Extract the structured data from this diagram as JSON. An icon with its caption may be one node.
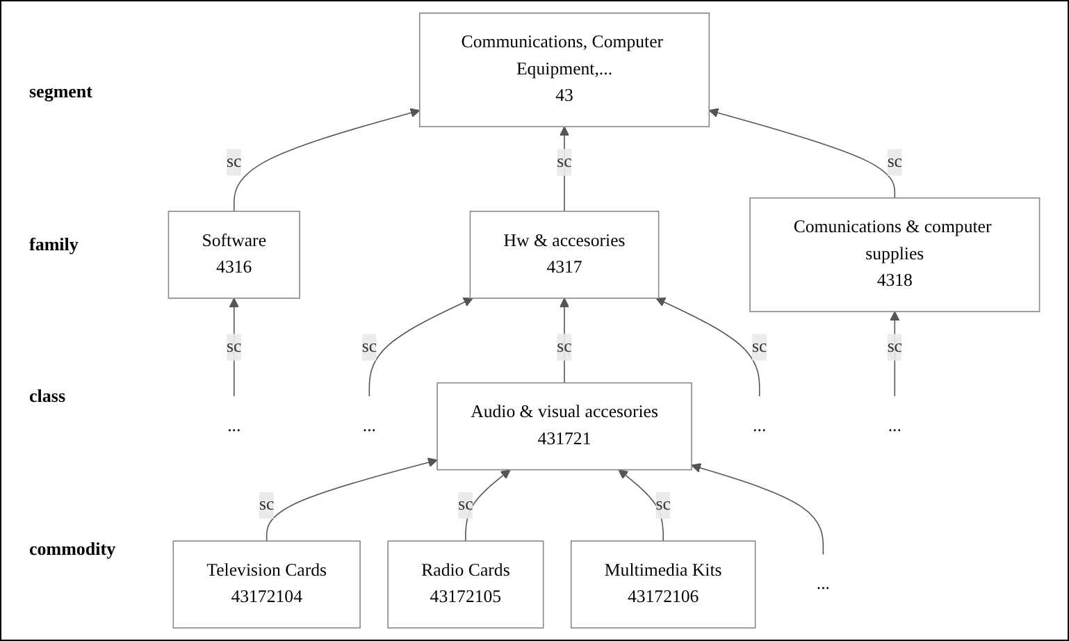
{
  "diagram": {
    "nodes": [
      {
        "text": [
          "Communications, Computer Equipment,...",
          "43"
        ]
      },
      {
        "text": [
          "Software",
          "4316"
        ]
      },
      {
        "text": [
          "Hw & accesories",
          "4317"
        ]
      },
      {
        "text": [
          "Comunications & computer supplies",
          "4318"
        ]
      },
      {
        "text": [
          "..."
        ]
      },
      {
        "text": [
          "..."
        ]
      },
      {
        "text": [
          "..."
        ]
      },
      {
        "text": [
          "..."
        ]
      },
      {
        "text": [
          "Audio & visual accesories",
          "431721"
        ]
      },
      {
        "text": [
          "..."
        ]
      },
      {
        "text": [
          "Television Cards",
          "43172104"
        ]
      },
      {
        "text": [
          "Radio Cards",
          "43172105"
        ]
      },
      {
        "text": [
          "Multimedia Kits",
          "43172106"
        ]
      }
    ],
    "edges": [
      {
        "from": 1,
        "to": 0,
        "arrow": "to",
        "label": "sc"
      },
      {
        "from": 2,
        "to": 0,
        "arrow": "to",
        "label": "sc"
      },
      {
        "from": 3,
        "to": 0,
        "arrow": "to",
        "label": "sc"
      },
      {
        "from": 4,
        "to": 1,
        "arrow": "to",
        "label": "sc"
      },
      {
        "from": 5,
        "to": 2,
        "arrow": "to",
        "label": "sc"
      },
      {
        "from": 8,
        "to": 2,
        "arrow": "to",
        "label": "sc"
      },
      {
        "from": 6,
        "to": 2,
        "arrow": "to",
        "label": "sc"
      },
      {
        "from": 7,
        "to": 3,
        "arrow": "to",
        "label": "sc"
      },
      {
        "from": 10,
        "to": 8,
        "arrow": "to",
        "label": "sc"
      },
      {
        "from": 11,
        "to": 8,
        "arrow": "to",
        "label": "sc"
      },
      {
        "from": 12,
        "to": 8,
        "arrow": "to",
        "label": "sc"
      },
      {
        "from": 9,
        "to": 8,
        "arrow": "to"
      }
    ],
    "labels": [
      "segment",
      "family",
      "class",
      "commodity"
    ]
  }
}
